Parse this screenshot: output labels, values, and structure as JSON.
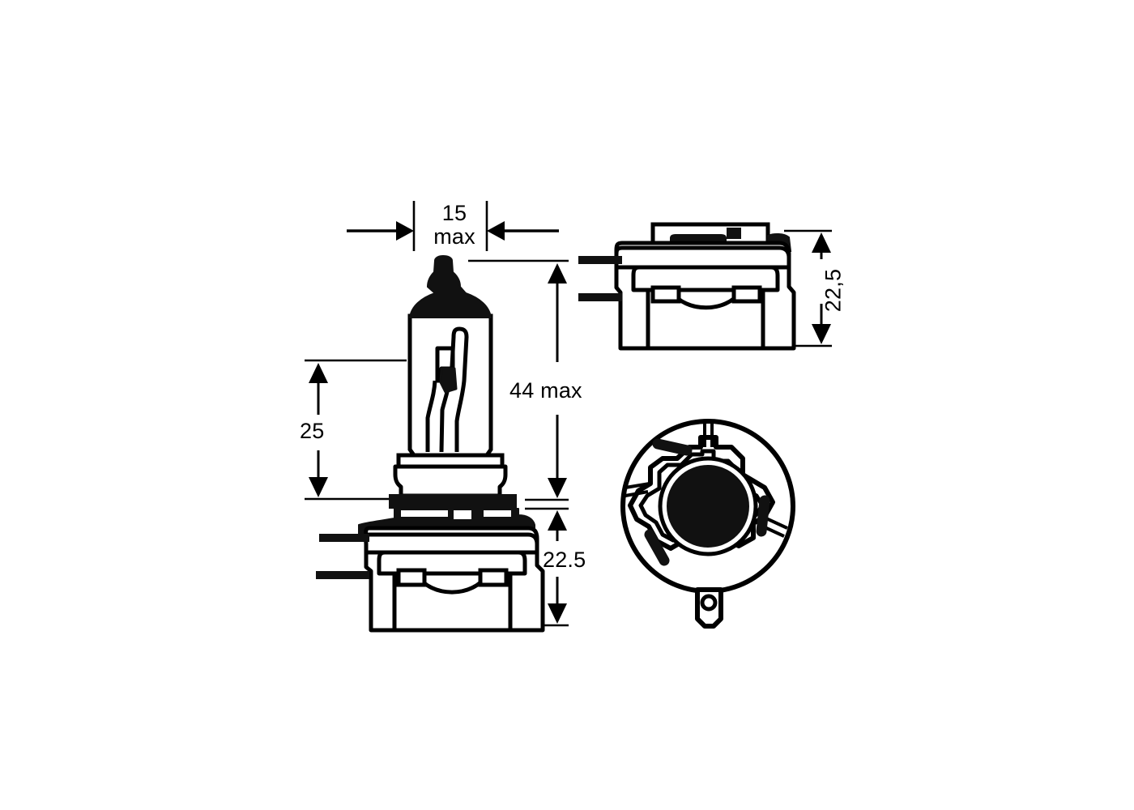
{
  "drawing": {
    "title": "Automotive halogen bulb outline drawing",
    "background_color": "#ffffff",
    "line_color": "#000000",
    "views": [
      {
        "name": "front-elevation-view",
        "label": "Front elevation of bulb with base"
      },
      {
        "name": "side-elevation-view",
        "label": "Side elevation of base"
      },
      {
        "name": "bottom-plan-view",
        "label": "Plan view of base socket"
      }
    ]
  },
  "dimensions": {
    "width_max": {
      "value": "15",
      "qualifier": "max",
      "display": "15\nmax",
      "line1": "15",
      "line2": "max"
    },
    "filament_height": {
      "value": "25",
      "display": "25"
    },
    "overall_height_max": {
      "value": "44 max",
      "display": "44 max"
    },
    "base_height_front": {
      "value": "22.5",
      "display": "22.5"
    },
    "base_height_side": {
      "value": "22,5",
      "display": "22,5"
    }
  },
  "colors": {
    "stroke": "#000000",
    "fill_solid": "#111111",
    "paper": "#ffffff"
  }
}
